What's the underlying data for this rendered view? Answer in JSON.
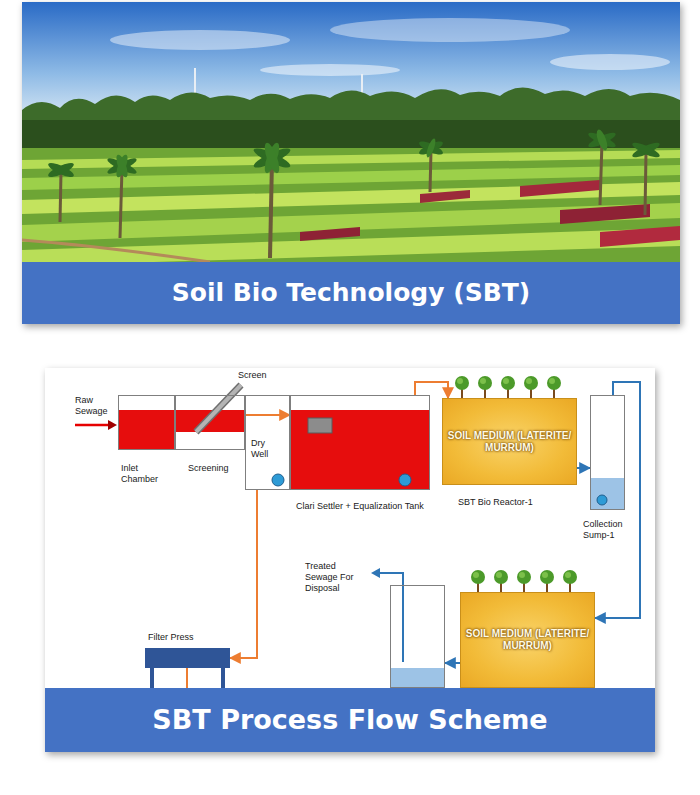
{
  "diagram": {
    "nodes": [
      {
        "text": [
          "Soil Bio Technology (SBT)"
        ]
      },
      {
        "text": [
          "SBT Process Flow Scheme"
        ]
      },
      {
        "text": [
          "Inlet Chamber"
        ],
        "in": 1
      },
      {
        "text": [
          "Screening"
        ],
        "in": 1
      },
      {
        "text": [
          "Dry Well"
        ],
        "in": 1
      },
      {
        "text": [
          "Clari Settler + Equalization Tank"
        ],
        "in": 1
      },
      {
        "text": [
          "SOIL MEDIUM (LATERITE/ MURRUM)",
          "SBT Bio Reactor-1"
        ],
        "in": 1
      },
      {
        "text": [
          "Collection Sump-1"
        ],
        "in": 1
      },
      {
        "text": [
          "SOIL MEDIUM (LATERITE/ MURRUM)"
        ],
        "in": 1
      },
      {
        "text": [
          "Treated Sewage For Disposal"
        ],
        "in": 1
      },
      {
        "text": [
          "Filter Press"
        ],
        "in": 1
      }
    ],
    "edges": [
      {
        "from": 3,
        "to": 5,
        "arrow": "to"
      },
      {
        "from": 4,
        "to": 10,
        "arrow": "to"
      },
      {
        "from": 5,
        "to": 6,
        "arrow": "to"
      },
      {
        "from": 6,
        "to": 7,
        "arrow": "to"
      },
      {
        "from": 7,
        "to": 8,
        "arrow": "to"
      },
      {
        "from": 8,
        "to": 9,
        "arrow": "to"
      }
    ],
    "labels": [
      "Raw Sewage",
      "Screen"
    ]
  }
}
